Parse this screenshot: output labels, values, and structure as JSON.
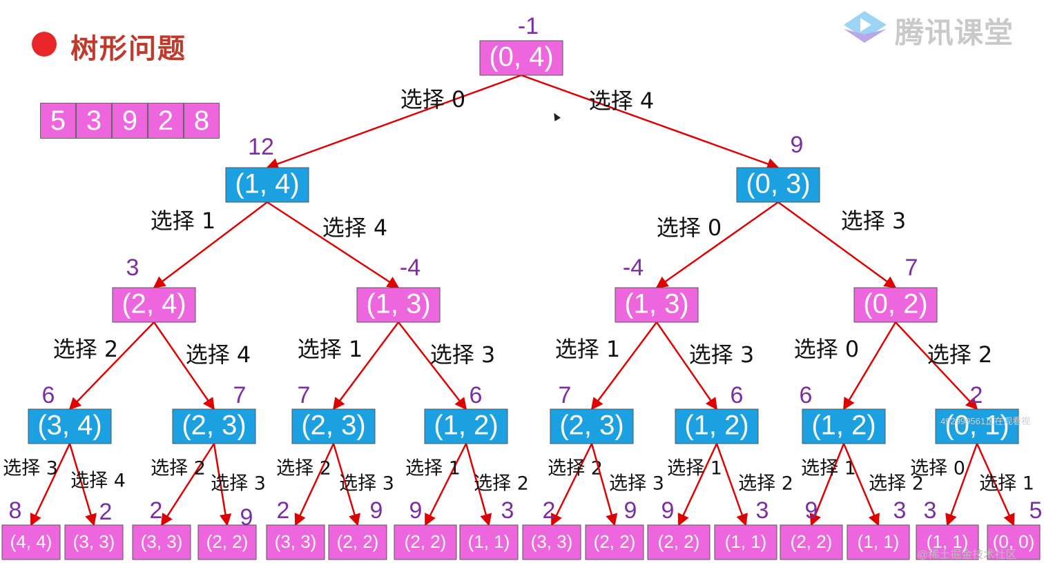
{
  "title": "树形问题",
  "array": [
    "5",
    "3",
    "9",
    "2",
    "8"
  ],
  "logo": {
    "text": "腾讯课堂",
    "icon": "play-triangle-icon"
  },
  "watermarks": [
    "492999561正在观看视",
    "@稀土掘金技术社区"
  ],
  "colors": {
    "pink": "#ee66dd",
    "blue": "#1ba1e2",
    "edge": "#e00000",
    "score": "#7a2da6",
    "title": "#c0392b"
  },
  "nodes": [
    {
      "id": "n0",
      "label": "(0, 4)",
      "score": "-1",
      "color": "pink"
    },
    {
      "id": "n1",
      "label": "(1, 4)",
      "score": "12",
      "color": "blue"
    },
    {
      "id": "n2",
      "label": "(0, 3)",
      "score": "9",
      "color": "blue"
    },
    {
      "id": "n3",
      "label": "(2, 4)",
      "score": "3",
      "color": "pink"
    },
    {
      "id": "n4",
      "label": "(1, 3)",
      "score": "-4",
      "color": "pink"
    },
    {
      "id": "n5",
      "label": "(1, 3)",
      "score": "-4",
      "color": "pink"
    },
    {
      "id": "n6",
      "label": "(0, 2)",
      "score": "7",
      "color": "pink"
    },
    {
      "id": "n7",
      "label": "(3, 4)",
      "score": "6",
      "color": "blue"
    },
    {
      "id": "n8",
      "label": "(2, 3)",
      "score": "7",
      "color": "blue"
    },
    {
      "id": "n9",
      "label": "(2, 3)",
      "score": "7",
      "color": "blue"
    },
    {
      "id": "n10",
      "label": "(1, 2)",
      "score": "6",
      "color": "blue"
    },
    {
      "id": "n11",
      "label": "(2, 3)",
      "score": "7",
      "color": "blue"
    },
    {
      "id": "n12",
      "label": "(1, 2)",
      "score": "6",
      "color": "blue"
    },
    {
      "id": "n13",
      "label": "(1, 2)",
      "score": "6",
      "color": "blue"
    },
    {
      "id": "n14",
      "label": "(0, 1)",
      "score": "2",
      "color": "blue"
    },
    {
      "id": "n15",
      "label": "(4, 4)",
      "score": "8",
      "color": "pink"
    },
    {
      "id": "n16",
      "label": "(3, 3)",
      "score": "2",
      "color": "pink"
    },
    {
      "id": "n17",
      "label": "(3, 3)",
      "score": "2",
      "color": "pink"
    },
    {
      "id": "n18",
      "label": "(2, 2)",
      "score": "9",
      "color": "pink"
    },
    {
      "id": "n19",
      "label": "(3, 3)",
      "score": "2",
      "color": "pink"
    },
    {
      "id": "n20",
      "label": "(2, 2)",
      "score": "9",
      "color": "pink"
    },
    {
      "id": "n21",
      "label": "(2, 2)",
      "score": "9",
      "color": "pink"
    },
    {
      "id": "n22",
      "label": "(1, 1)",
      "score": "3",
      "color": "pink"
    },
    {
      "id": "n23",
      "label": "(3, 3)",
      "score": "2",
      "color": "pink"
    },
    {
      "id": "n24",
      "label": "(2, 2)",
      "score": "9",
      "color": "pink"
    },
    {
      "id": "n25",
      "label": "(2, 2)",
      "score": "9",
      "color": "pink"
    },
    {
      "id": "n26",
      "label": "(1, 1)",
      "score": "3",
      "color": "pink"
    },
    {
      "id": "n27",
      "label": "(2, 2)",
      "score": "9",
      "color": "pink"
    },
    {
      "id": "n28",
      "label": "(1, 1)",
      "score": "3",
      "color": "pink"
    },
    {
      "id": "n29",
      "label": "(1, 1)",
      "score": "3",
      "color": "pink"
    },
    {
      "id": "n30",
      "label": "(0, 0)",
      "score": "5",
      "color": "pink"
    }
  ],
  "edges": [
    {
      "from": "n0",
      "to": "n1",
      "label": "选择 0"
    },
    {
      "from": "n0",
      "to": "n2",
      "label": "选择 4"
    },
    {
      "from": "n1",
      "to": "n3",
      "label": "选择 1"
    },
    {
      "from": "n1",
      "to": "n4",
      "label": "选择 4"
    },
    {
      "from": "n2",
      "to": "n5",
      "label": "选择 0"
    },
    {
      "from": "n2",
      "to": "n6",
      "label": "选择 3"
    },
    {
      "from": "n3",
      "to": "n7",
      "label": "选择 2"
    },
    {
      "from": "n3",
      "to": "n8",
      "label": "选择 4"
    },
    {
      "from": "n4",
      "to": "n9",
      "label": "选择 1"
    },
    {
      "from": "n4",
      "to": "n10",
      "label": "选择 3"
    },
    {
      "from": "n5",
      "to": "n11",
      "label": "选择 1"
    },
    {
      "from": "n5",
      "to": "n12",
      "label": "选择 3"
    },
    {
      "from": "n6",
      "to": "n13",
      "label": "选择 0"
    },
    {
      "from": "n6",
      "to": "n14",
      "label": "选择 2"
    },
    {
      "from": "n7",
      "to": "n15",
      "label": "选择 3"
    },
    {
      "from": "n7",
      "to": "n16",
      "label": "选择 4"
    },
    {
      "from": "n8",
      "to": "n17",
      "label": "选择 2"
    },
    {
      "from": "n8",
      "to": "n18",
      "label": "选择 3"
    },
    {
      "from": "n9",
      "to": "n19",
      "label": "选择 2"
    },
    {
      "from": "n9",
      "to": "n20",
      "label": "选择 3"
    },
    {
      "from": "n10",
      "to": "n21",
      "label": "选择 1"
    },
    {
      "from": "n10",
      "to": "n22",
      "label": "选择 2"
    },
    {
      "from": "n11",
      "to": "n23",
      "label": "选择 2"
    },
    {
      "from": "n11",
      "to": "n24",
      "label": "选择 3"
    },
    {
      "from": "n12",
      "to": "n25",
      "label": "选择 1"
    },
    {
      "from": "n12",
      "to": "n26",
      "label": "选择 2"
    },
    {
      "from": "n13",
      "to": "n27",
      "label": "选择 1"
    },
    {
      "from": "n13",
      "to": "n28",
      "label": "选择 2"
    },
    {
      "from": "n14",
      "to": "n29",
      "label": "选择 0"
    },
    {
      "from": "n14",
      "to": "n30",
      "label": "选择 1"
    }
  ]
}
